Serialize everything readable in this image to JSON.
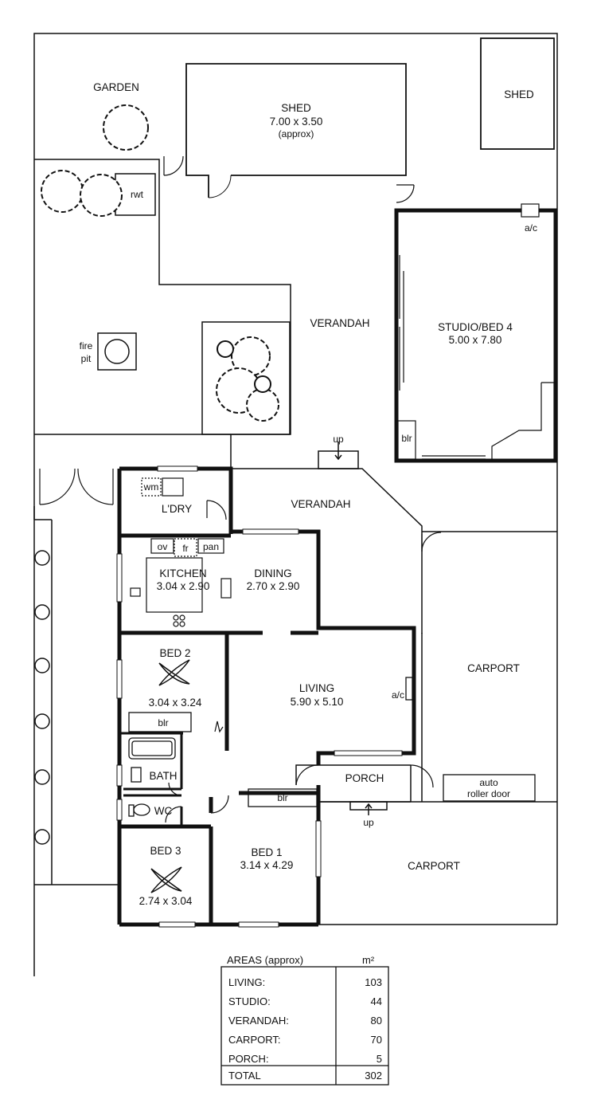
{
  "rooms": {
    "garden": "GARDEN",
    "shed_top": "SHED",
    "shed_big": "SHED",
    "shed_big_dims": "7.00 x 3.50",
    "shed_big_note": "(approx)",
    "rwt": "rwt",
    "fire_pit_1": "fire",
    "fire_pit_2": "pit",
    "verandah_rear": "VERANDAH",
    "studio": "STUDIO/BED 4",
    "studio_dims": "5.00 x 7.80",
    "ac_studio": "a/c",
    "blr_studio": "blr",
    "up_rear": "up",
    "verandah_mid": "VERANDAH",
    "wm": "wm",
    "laundry": "L'DRY",
    "ov": "ov",
    "fr": "fr",
    "pan": "pan",
    "kitchen": "KITCHEN",
    "kitchen_dims": "3.04 x 2.90",
    "dining": "DINING",
    "dining_dims": "2.70 x 2.90",
    "bed2": "BED 2",
    "bed2_dims": "3.04 x 3.24",
    "blr_bed2": "blr",
    "living": "LIVING",
    "living_dims": "5.90 x 5.10",
    "ac_living": "a/c",
    "carport_right": "CARPORT",
    "bath": "BATH",
    "wc": "WC",
    "porch": "PORCH",
    "up_front": "up",
    "blr_bed1": "blr",
    "auto_1": "auto",
    "auto_2": "roller door",
    "bed3": "BED 3",
    "bed3_dims": "2.74 x 3.04",
    "bed1": "BED 1",
    "bed1_dims": "3.14 x 4.29",
    "carport_front": "CARPORT"
  },
  "areas_table": {
    "title": "AREAS (approx)",
    "unit": "m²",
    "rows": [
      {
        "label": "LIVING:",
        "value": "103"
      },
      {
        "label": "STUDIO:",
        "value": "44"
      },
      {
        "label": "VERANDAH:",
        "value": "80"
      },
      {
        "label": "CARPORT:",
        "value": "70"
      },
      {
        "label": "PORCH:",
        "value": "5"
      }
    ],
    "total_label": "TOTAL",
    "total_value": "302"
  }
}
